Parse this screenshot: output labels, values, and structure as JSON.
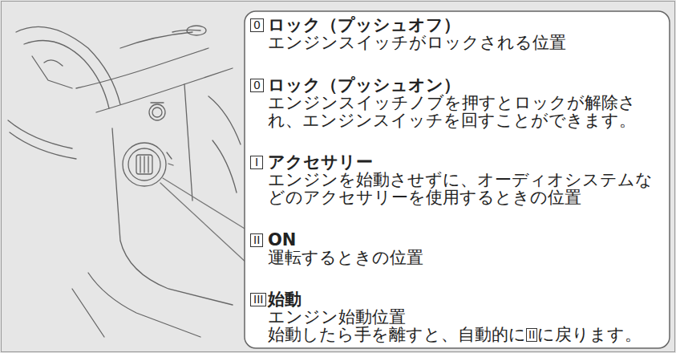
{
  "diagram": {
    "nodes": [
      {
        "text": [
          "0",
          "ロック（プッシュオフ）",
          "エンジンスイッチがロックされる位置"
        ]
      },
      {
        "text": [
          "0",
          "ロック（プッシュオン）",
          "エンジンスイッチノブを押すとロックが解除され、エンジンスイッチを回すことができます。"
        ]
      },
      {
        "text": [
          "I",
          "アクセサリー",
          "エンジンを始動させずに、オーディオシステムなどのアクセサリーを使用するときの位置"
        ]
      },
      {
        "text": [
          "II",
          "ON",
          "運転するときの位置"
        ]
      },
      {
        "text": [
          "III",
          "始動",
          "エンジン始動位置",
          "始動したら手を離すと、自動的に",
          "に戻ります。"
        ]
      },
      {
        "text": [
          "II"
        ],
        "in": 4
      }
    ]
  }
}
